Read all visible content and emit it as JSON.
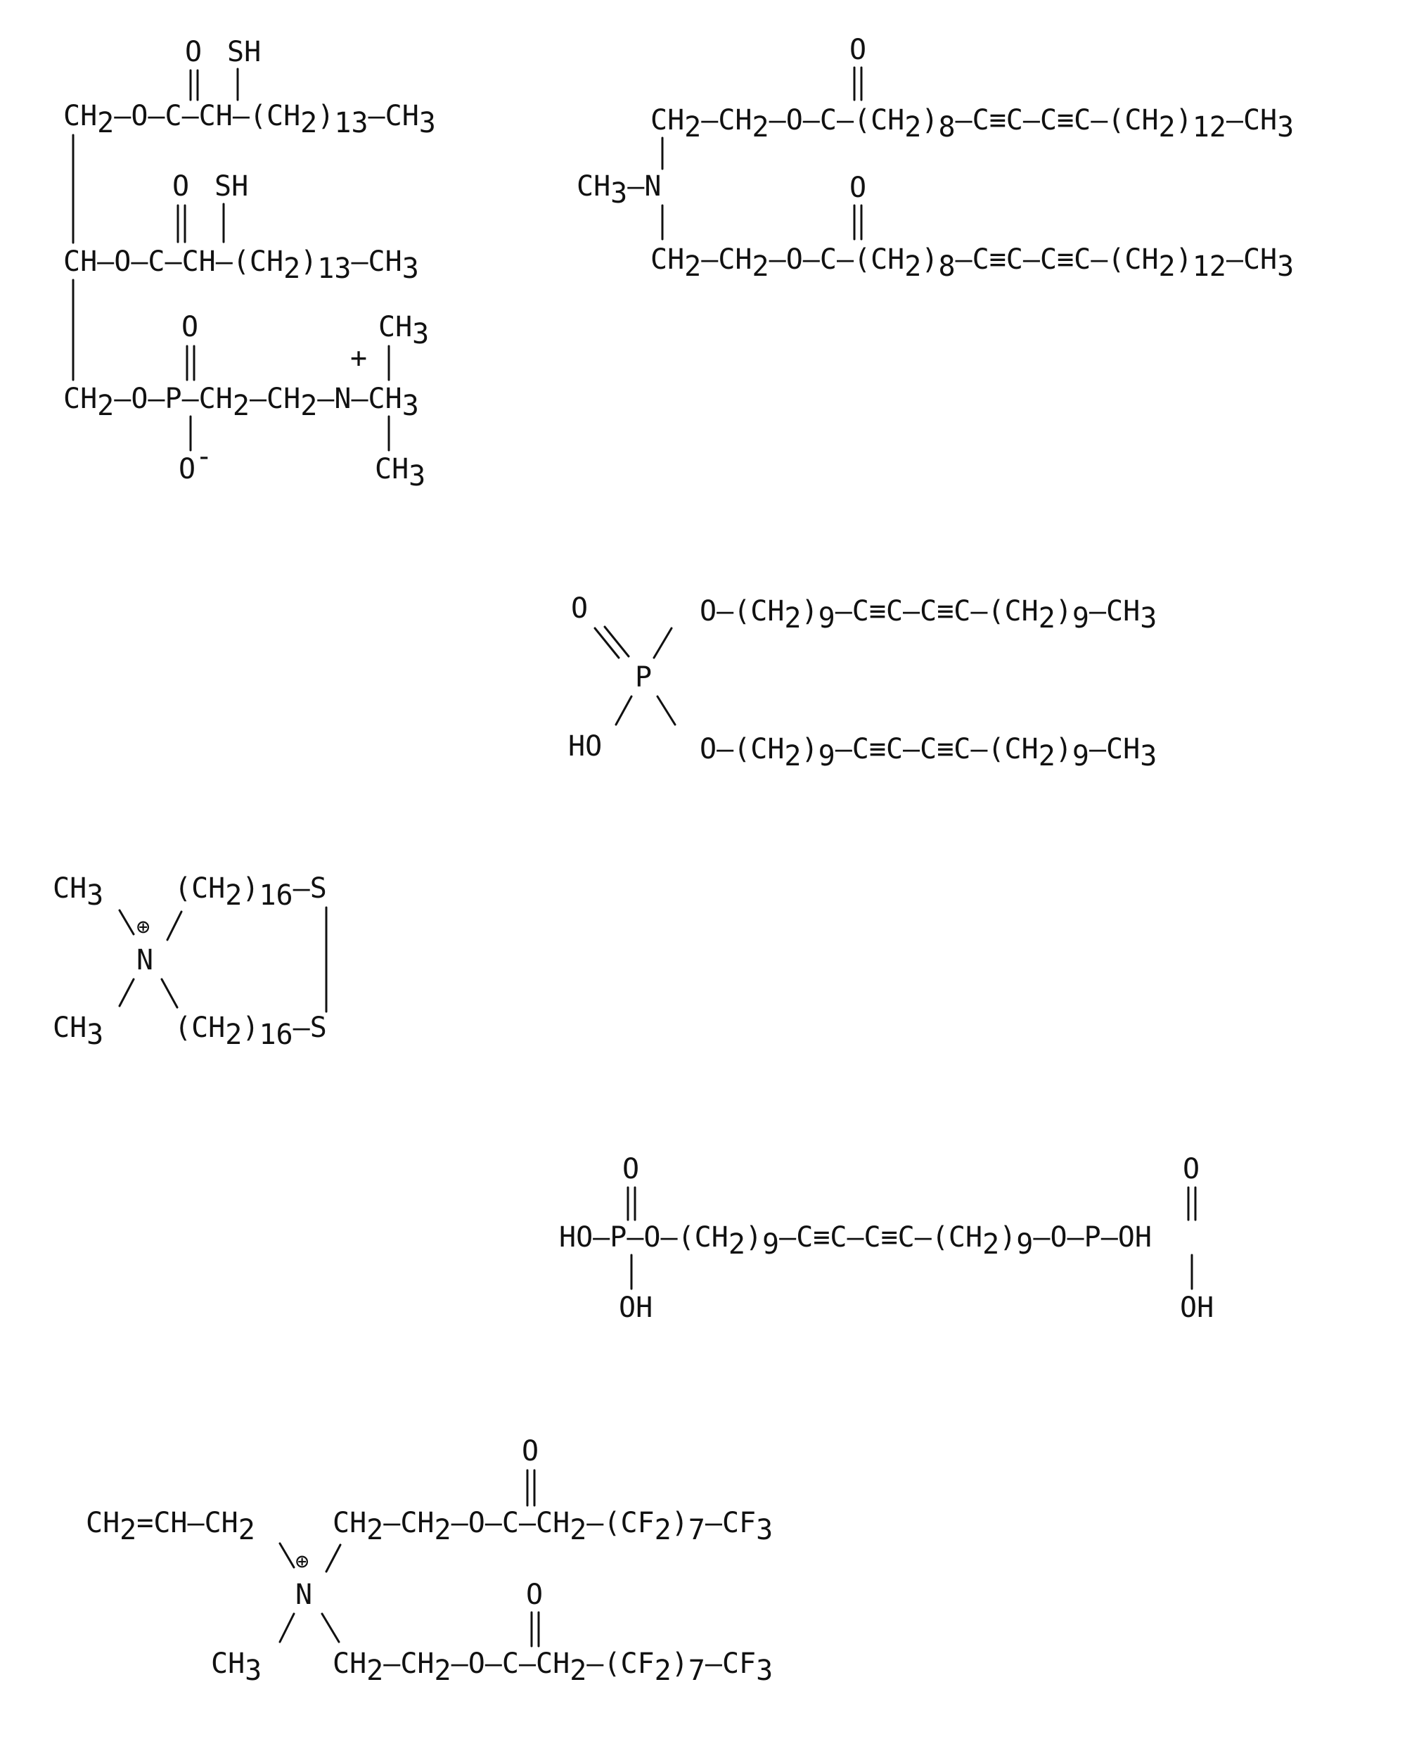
{
  "structures": [
    {
      "id": "s1",
      "tokens": [
        {
          "t": "O"
        },
        {
          "t": "SH"
        },
        {
          "t": "CH"
        },
        {
          "t": "2",
          "sub": true
        },
        {
          "t": "–O–C–CH–(CH"
        },
        {
          "t": "2",
          "sub": true
        },
        {
          "t": ")"
        },
        {
          "t": "13",
          "sub": true
        },
        {
          "t": "–CH"
        },
        {
          "t": "3",
          "sub": true
        },
        {
          "t": "O"
        },
        {
          "t": "SH"
        },
        {
          "t": "CH–O–C–CH–(CH"
        },
        {
          "t": "2",
          "sub": true
        },
        {
          "t": ")"
        },
        {
          "t": "13",
          "sub": true
        },
        {
          "t": "–CH"
        },
        {
          "t": "3",
          "sub": true
        },
        {
          "t": "O"
        },
        {
          "t": "CH"
        },
        {
          "t": "3",
          "sub": true
        },
        {
          "t": "+"
        },
        {
          "t": "CH"
        },
        {
          "t": "2",
          "sub": true
        },
        {
          "t": "–O–P–CH"
        },
        {
          "t": "2",
          "sub": true
        },
        {
          "t": "–CH"
        },
        {
          "t": "2",
          "sub": true
        },
        {
          "t": "–N–CH"
        },
        {
          "t": "3",
          "sub": true
        },
        {
          "t": "O"
        },
        {
          "t": "-",
          "sup": true
        },
        {
          "t": "CH"
        },
        {
          "t": "3",
          "sub": true
        }
      ]
    },
    {
      "id": "s2",
      "tokens": [
        {
          "t": "O"
        },
        {
          "t": "CH"
        },
        {
          "t": "2",
          "sub": true
        },
        {
          "t": "–CH"
        },
        {
          "t": "2",
          "sub": true
        },
        {
          "t": "–O–C–(CH"
        },
        {
          "t": "2",
          "sub": true
        },
        {
          "t": ")"
        },
        {
          "t": "8",
          "sub": true
        },
        {
          "t": "–C≡C–C≡C–(CH"
        },
        {
          "t": "2",
          "sub": true
        },
        {
          "t": ")"
        },
        {
          "t": "12",
          "sub": true
        },
        {
          "t": "–CH"
        },
        {
          "t": "3",
          "sub": true
        },
        {
          "t": "CH"
        },
        {
          "t": "3",
          "sub": true
        },
        {
          "t": "–N"
        },
        {
          "t": "O"
        },
        {
          "t": "CH"
        },
        {
          "t": "2",
          "sub": true
        },
        {
          "t": "–CH"
        },
        {
          "t": "2",
          "sub": true
        },
        {
          "t": "–O–C–(CH"
        },
        {
          "t": "2",
          "sub": true
        },
        {
          "t": ")"
        },
        {
          "t": "8",
          "sub": true
        },
        {
          "t": "–C≡C–C≡C–(CH"
        },
        {
          "t": "2",
          "sub": true
        },
        {
          "t": ")"
        },
        {
          "t": "12",
          "sub": true
        },
        {
          "t": "–CH"
        },
        {
          "t": "3",
          "sub": true
        }
      ]
    },
    {
      "id": "s3",
      "tokens": [
        {
          "t": "O"
        },
        {
          "t": "O–(CH"
        },
        {
          "t": "2",
          "sub": true
        },
        {
          "t": ")"
        },
        {
          "t": "9",
          "sub": true
        },
        {
          "t": "–C≡C–C≡C–(CH"
        },
        {
          "t": "2",
          "sub": true
        },
        {
          "t": ")"
        },
        {
          "t": "9",
          "sub": true
        },
        {
          "t": "–CH"
        },
        {
          "t": "3",
          "sub": true
        },
        {
          "t": "P"
        },
        {
          "t": "HO"
        },
        {
          "t": "O–(CH"
        },
        {
          "t": "2",
          "sub": true
        },
        {
          "t": ")"
        },
        {
          "t": "9",
          "sub": true
        },
        {
          "t": "–C≡C–C≡C–(CH"
        },
        {
          "t": "2",
          "sub": true
        },
        {
          "t": ")"
        },
        {
          "t": "9",
          "sub": true
        },
        {
          "t": "–CH"
        },
        {
          "t": "3",
          "sub": true
        }
      ]
    },
    {
      "id": "s4",
      "tokens": [
        {
          "t": "CH"
        },
        {
          "t": "3",
          "sub": true
        },
        {
          "t": "(CH"
        },
        {
          "t": "2",
          "sub": true
        },
        {
          "t": ")"
        },
        {
          "t": "16",
          "sub": true
        },
        {
          "t": "–S"
        },
        {
          "t": "⊕"
        },
        {
          "t": "N"
        },
        {
          "t": "CH"
        },
        {
          "t": "3",
          "sub": true
        },
        {
          "t": "(CH"
        },
        {
          "t": "2",
          "sub": true
        },
        {
          "t": ")"
        },
        {
          "t": "16",
          "sub": true
        },
        {
          "t": "–S"
        }
      ]
    },
    {
      "id": "s5",
      "tokens": [
        {
          "t": "O"
        },
        {
          "t": "O"
        },
        {
          "t": "HO–P–O–(CH"
        },
        {
          "t": "2",
          "sub": true
        },
        {
          "t": ")"
        },
        {
          "t": "9",
          "sub": true
        },
        {
          "t": "–C≡C–C≡C–(CH"
        },
        {
          "t": "2",
          "sub": true
        },
        {
          "t": ")"
        },
        {
          "t": "9",
          "sub": true
        },
        {
          "t": "–O–P–OH"
        },
        {
          "t": "OH"
        },
        {
          "t": "OH"
        }
      ]
    },
    {
      "id": "s6",
      "tokens": [
        {
          "t": "O"
        },
        {
          "t": "CH"
        },
        {
          "t": "2",
          "sub": true
        },
        {
          "t": "=CH–CH"
        },
        {
          "t": "2",
          "sub": true
        },
        {
          "t": "CH"
        },
        {
          "t": "2",
          "sub": true
        },
        {
          "t": "–CH"
        },
        {
          "t": "2",
          "sub": true
        },
        {
          "t": "–O–C–CH"
        },
        {
          "t": "2",
          "sub": true
        },
        {
          "t": "–(CF"
        },
        {
          "t": "2",
          "sub": true
        },
        {
          "t": ")"
        },
        {
          "t": "7",
          "sub": true
        },
        {
          "t": "–CF"
        },
        {
          "t": "3",
          "sub": true
        },
        {
          "t": "⊕"
        },
        {
          "t": "N"
        },
        {
          "t": "O"
        },
        {
          "t": "CH"
        },
        {
          "t": "3",
          "sub": true
        },
        {
          "t": "CH"
        },
        {
          "t": "2",
          "sub": true
        },
        {
          "t": "–CH"
        },
        {
          "t": "2",
          "sub": true
        },
        {
          "t": "–O–C–CH"
        },
        {
          "t": "2",
          "sub": true
        },
        {
          "t": "–(CF"
        },
        {
          "t": "2",
          "sub": true
        },
        {
          "t": ")"
        },
        {
          "t": "7",
          "sub": true
        },
        {
          "t": "–CF"
        },
        {
          "t": "3",
          "sub": true
        }
      ]
    }
  ]
}
